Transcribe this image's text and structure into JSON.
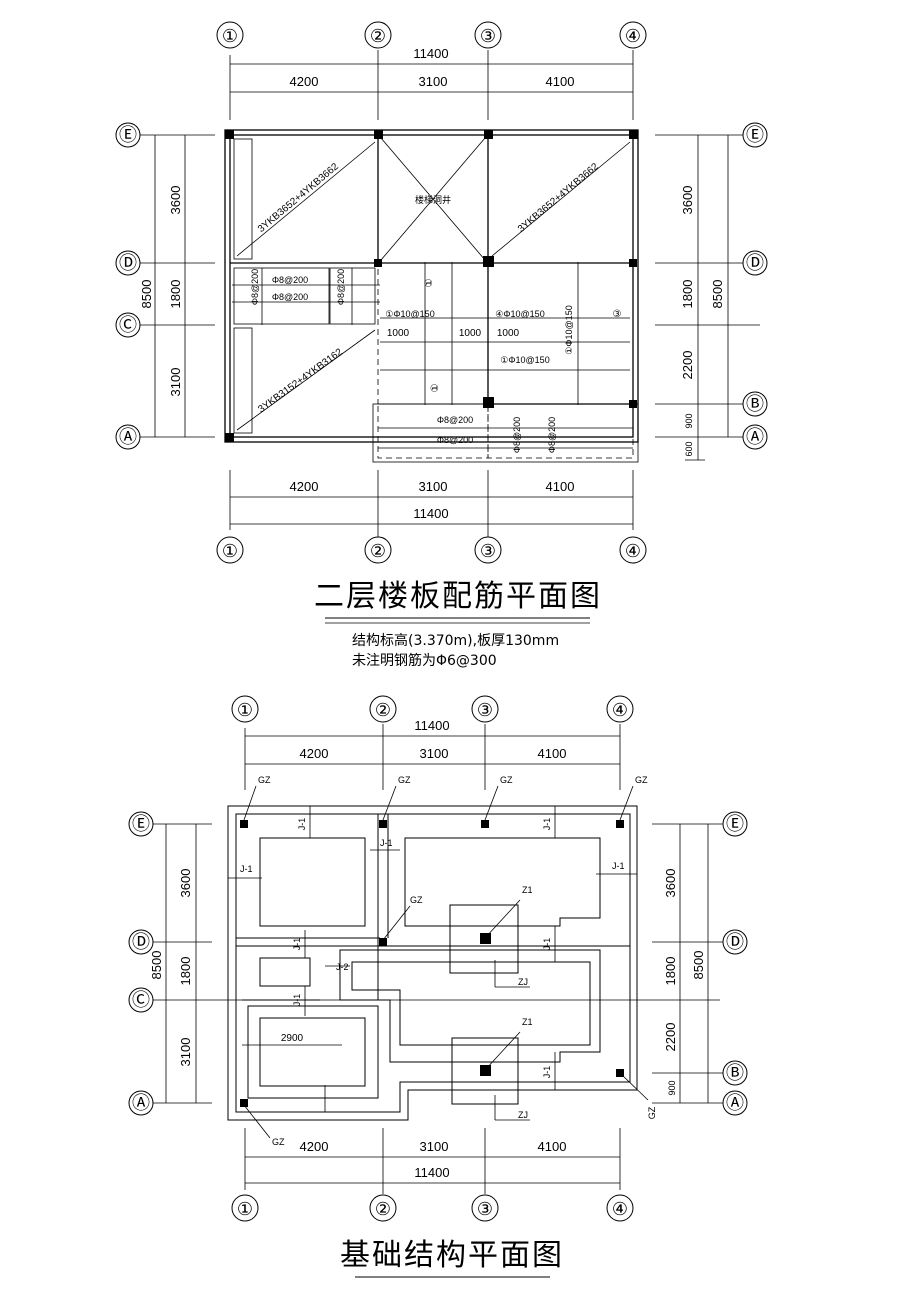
{
  "plan1": {
    "axes_x": [
      "①",
      "②",
      "③",
      "④"
    ],
    "axes_y_left": [
      "Ⓔ",
      "Ⓓ",
      "Ⓒ",
      "Ⓐ"
    ],
    "axes_y_right": [
      "Ⓔ",
      "Ⓓ",
      "Ⓑ",
      "Ⓐ"
    ],
    "dim_total": "11400",
    "dims_x": [
      "4200",
      "3100",
      "4100"
    ],
    "dims_left": [
      "3600",
      "1800",
      "3100"
    ],
    "dim_left_total": "8500",
    "dims_right": [
      "3600",
      "1800",
      "2200",
      "900",
      "600"
    ],
    "dim_right_total": "8500",
    "slab_labels": [
      "3YKB3652+4YKB3662",
      "3YKB3652+4YKB3662",
      "3YKB3152+4YKB3162"
    ],
    "stair_label": "楼梯洞井",
    "rebar": [
      "Φ8@200",
      "Φ8@200",
      "Φ8@200",
      "Φ8@200",
      "①Φ10@150",
      "④Φ10@150",
      "①Φ10@150",
      "①Φ10@150",
      "Φ8@200",
      "Φ8@200",
      "Φ8@200",
      "Φ8@200"
    ],
    "len_labels": [
      "1000",
      "1000",
      "1000"
    ],
    "marks": [
      "①",
      "①",
      "③"
    ],
    "title": "二层楼板配筋平面图",
    "notes": [
      "结构标高(3.370m),板厚130mm",
      "未注明钢筋为Φ6@300"
    ]
  },
  "plan2": {
    "axes_x": [
      "①",
      "②",
      "③",
      "④"
    ],
    "axes_y_left": [
      "Ⓔ",
      "Ⓓ",
      "Ⓒ",
      "Ⓐ"
    ],
    "axes_y_right": [
      "Ⓔ",
      "Ⓓ",
      "Ⓑ",
      "Ⓐ"
    ],
    "dim_total": "11400",
    "dims_x": [
      "4200",
      "3100",
      "4100"
    ],
    "dims_left": [
      "3600",
      "1800",
      "3100"
    ],
    "dim_left_total": "8500",
    "dims_right": [
      "3600",
      "1800",
      "2200",
      "900"
    ],
    "dim_right_total": "8500",
    "gz": [
      "GZ",
      "GZ",
      "GZ",
      "GZ",
      "GZ",
      "GZ",
      "GZ"
    ],
    "z1": [
      "Z1",
      "Z1"
    ],
    "zj": [
      "ZJ",
      "ZJ"
    ],
    "j1": [
      "J-1",
      "J-1",
      "J-1",
      "J-1",
      "J-1",
      "J-1",
      "J-1",
      "J-1",
      "J-1"
    ],
    "j2": "J-2",
    "dim_inner": "2900",
    "title": "基础结构平面图"
  }
}
